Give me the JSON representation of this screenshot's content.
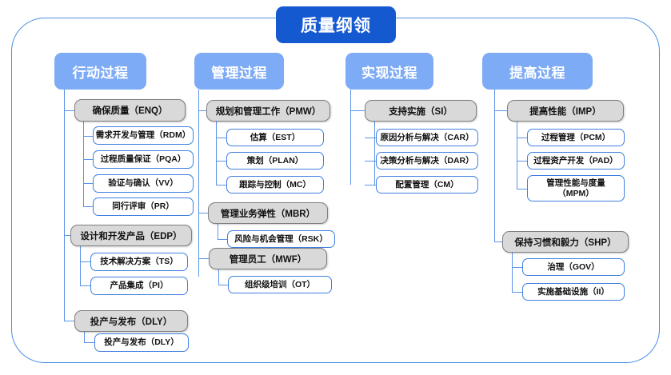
{
  "diagram": {
    "root_title": "质量纲领",
    "colors": {
      "root_bg": "#1559d1",
      "column_head_bg": "#7eabf5",
      "group_bg": "#d9d9d9",
      "group_border": "#7f7f7f",
      "leaf_border": "#3f7fe0",
      "connector": "#5b94e8",
      "frame_border": "#4a90e2"
    },
    "columns": [
      {
        "label": "行动过程",
        "groups": [
          {
            "label": "确保质量（ENQ）",
            "children": [
              "需求开发与管理（RDM）",
              "过程质量保证（PQA）",
              "验证与确认（VV）",
              "同行评审（PR）"
            ]
          },
          {
            "label": "设计和开发产品（EDP）",
            "children": [
              "技术解决方案（TS）",
              "产品集成（PI）"
            ]
          },
          {
            "label": "投产与发布（DLY）",
            "children": [
              "投产与发布（DLY）"
            ]
          }
        ]
      },
      {
        "label": "管理过程",
        "groups": [
          {
            "label": "规划和管理工作（PMW）",
            "children": [
              "估算（EST）",
              "策划（PLAN）",
              "跟踪与控制（MC）"
            ]
          },
          {
            "label": "管理业务弹性（MBR）",
            "children": [
              "风险与机会管理（RSK）"
            ]
          },
          {
            "label": "管理员工（MWF）",
            "children": [
              "组织级培训（OT）"
            ]
          }
        ]
      },
      {
        "label": "实现过程",
        "groups": [
          {
            "label": "支持实施（SI）",
            "children": [
              "原因分析与解决（CAR）",
              "决策分析与解决（DAR）",
              "配置管理（CM）"
            ]
          }
        ]
      },
      {
        "label": "提高过程",
        "groups": [
          {
            "label": "提高性能（IMP）",
            "children": [
              "过程管理（PCM）",
              "过程资产开发（PAD）",
              "管理性能与度量\n（MPM）"
            ]
          },
          {
            "label": "保持习惯和毅力（SHP）",
            "children": [
              "治理（GOV）",
              "实施基础设施（II）"
            ]
          }
        ]
      }
    ]
  }
}
